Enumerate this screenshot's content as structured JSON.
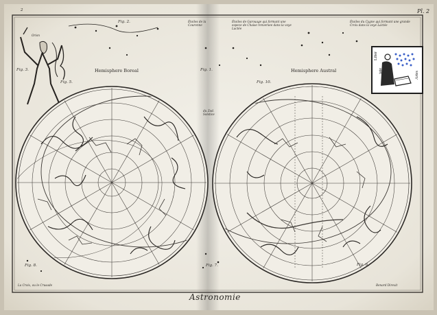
{
  "plate": {
    "title": "Astronomie",
    "plate_number": "Pl. 2",
    "page_number_left": "2",
    "footer_left": "La Croix, ou le Crusade",
    "footer_right": "Benard Direxit",
    "hemispheres": {
      "boreal_title": "Hemisphere Boreal",
      "austral_title": "Hemisphere Austral"
    },
    "figures": {
      "fig1": "Fig. 1.",
      "fig2": "Fig. 2.",
      "fig3": "Fig. 3.",
      "fig5": "Fig. 5.",
      "fig6": "Fig. 6.",
      "fig7": "Fig. 7.",
      "fig8": "Fig. 8.",
      "fig10": "Fig. 10."
    },
    "captions": {
      "top_center_left": "Étoiles de la Couronne",
      "top_center_right": "Étoiles de Garouage qui formant une espece de Chaise renversee dans la voye Lactée",
      "top_right": "Étoiles du Cygne qui formant une grande Croix dans la voye Lactée",
      "mid_label": "du Zod. Solstice",
      "orion_label": "Orion"
    }
  },
  "stamp": {
    "text_left": "Liber",
    "text_mid": "tate",
    "text_right": "Artes",
    "colors": {
      "border": "#1e1e1e",
      "dots": "#3a5fc8"
    }
  },
  "colors": {
    "paper": "#eeebe2",
    "ink": "#2a2724",
    "background": "#c9c2b3"
  }
}
